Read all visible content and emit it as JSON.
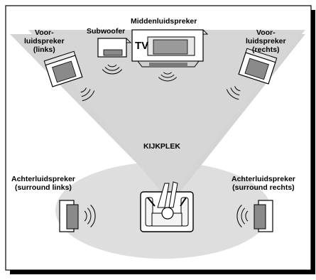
{
  "labels": {
    "subwoofer": "Subwoofer",
    "center": "Middenluidspreker",
    "front_left": [
      "Voor-",
      "luidspreker",
      "(links)"
    ],
    "front_right": [
      "Voor-",
      "luidspreker",
      "(rechts)"
    ],
    "viewing_spot": "KIJKPLEK",
    "rear_left": [
      "Achterluidspreker",
      "(surround links)"
    ],
    "rear_right": [
      "Achterluidspreker",
      "(surround rechts)"
    ],
    "tv": "TV"
  },
  "colors": {
    "cone": "#d4d4d4",
    "ellipse": "#dedede",
    "speaker_face": "#8a8a8a",
    "frame": "#000000"
  }
}
